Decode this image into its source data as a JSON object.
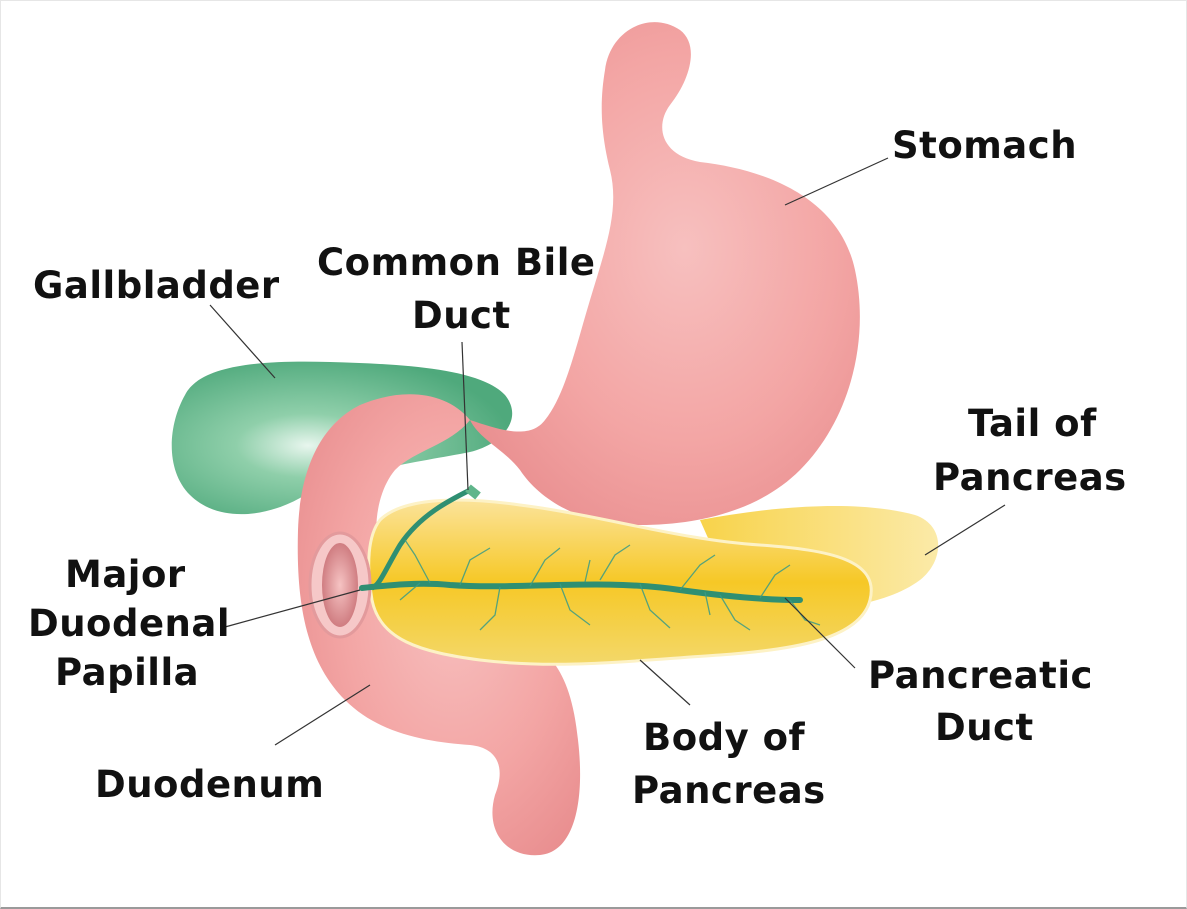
{
  "labels": {
    "stomach": "Stomach",
    "common_bile_duct_1": "Common Bile",
    "common_bile_duct_2": "Duct",
    "gallbladder": "Gallbladder",
    "tail_1": "Tail of",
    "tail_2": "Pancreas",
    "major_1": "Major",
    "major_2": "Duodenal",
    "major_3": "Papilla",
    "pancreatic_duct_1": "Pancreatic",
    "pancreatic_duct_2": "Duct",
    "body_1": "Body of",
    "body_2": "Pancreas",
    "duodenum": "Duodenum"
  },
  "colors": {
    "stomach": "#f4a9a8",
    "gallbladder": "#5fb58a",
    "pancreas": "#f5c21b",
    "duct": "#2f8f72",
    "label": "#111111"
  }
}
